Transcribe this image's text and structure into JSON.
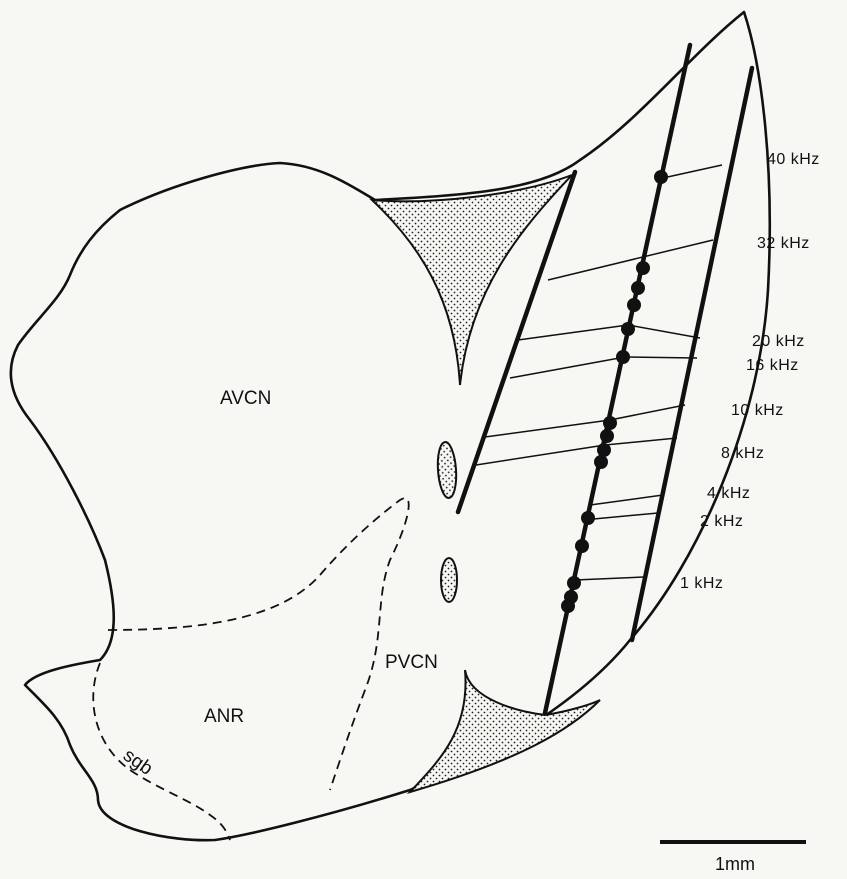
{
  "regions": {
    "avcn": "AVCN",
    "pvcn": "PVCN",
    "anr": "ANR",
    "sgb": "sgb"
  },
  "frequencies": [
    {
      "label": "40 kHz"
    },
    {
      "label": "32 kHz"
    },
    {
      "label": "20 kHz"
    },
    {
      "label": "16 kHz"
    },
    {
      "label": "10 kHz"
    },
    {
      "label": "8 kHz"
    },
    {
      "label": "4 kHz"
    },
    {
      "label": "2 kHz"
    },
    {
      "label": "1 kHz"
    }
  ],
  "scale_bar": {
    "label": "1mm"
  },
  "colors": {
    "ink": "#111111",
    "background": "#f7f7f4"
  }
}
